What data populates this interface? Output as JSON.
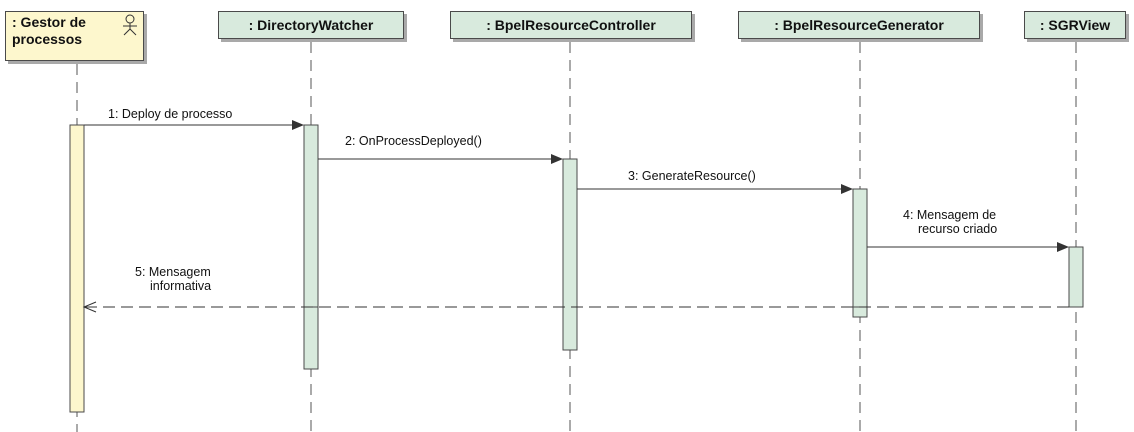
{
  "diagram": {
    "actor": {
      "label_line1": ": Gestor de",
      "label_line2": "processos",
      "icon": "stick-figure-icon"
    },
    "lifelines": [
      {
        "label": ": DirectoryWatcher"
      },
      {
        "label": ": BpelResourceController"
      },
      {
        "label": ": BpelResourceGenerator"
      },
      {
        "label": ": SGRView"
      }
    ],
    "messages": [
      {
        "lines": [
          "1: Deploy de processo"
        ]
      },
      {
        "lines": [
          "2: OnProcessDeployed()"
        ]
      },
      {
        "lines": [
          "3: GenerateResource()"
        ]
      },
      {
        "lines": [
          "4: Mensagem de",
          "recurso criado"
        ]
      },
      {
        "lines": [
          "5: Mensagem",
          "informativa"
        ]
      }
    ],
    "colors": {
      "actor_fill": "#fdf7cd",
      "lifeline_fill": "#d8eadd",
      "border": "#4a4a4a",
      "shadow": "#a9a9a9"
    }
  }
}
